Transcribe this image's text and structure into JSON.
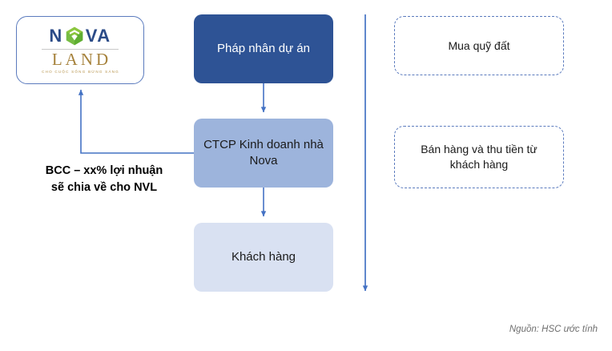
{
  "logo": {
    "word_primary": "N",
    "word_primary_tail": "VA",
    "word_secondary": "LAND",
    "tagline": "CHO CUỘC SỐNG BỪNG SÁNG",
    "mark_name": "green-hexagon-mark",
    "color_primary": "#2B4B87",
    "color_secondary": "#A6823C",
    "color_mark": "#76BC43",
    "border_color": "#5B7BBE"
  },
  "flow": {
    "boxes": [
      {
        "id": "phap-nhan-du-an",
        "label": "Pháp nhân dự án",
        "fill": "#2E5395",
        "text_color": "#FFFFFF"
      },
      {
        "id": "ctcp-kinh-doanh-nha-nova",
        "label": "CTCP Kinh doanh nhà Nova",
        "fill": "#9DB4DC",
        "text_color": "#1A1A1A"
      },
      {
        "id": "khach-hang",
        "label": "Khách hàng",
        "fill": "#D9E1F2",
        "text_color": "#1A1A1A"
      }
    ]
  },
  "notes": {
    "dashed_boxes": [
      {
        "id": "mua-quy-dat",
        "label": "Mua quỹ đất"
      },
      {
        "id": "ban-hang-thu-tien",
        "label": "Bán hàng và thu tiền từ khách hàng"
      }
    ],
    "bcc": {
      "line1": "BCC – xx% lợi nhuận",
      "line2": "sẽ chia về cho NVL"
    }
  },
  "caption": {
    "source": "Nguồn: HSC ước tính"
  },
  "connectors": {
    "arrow_color": "#4472C4",
    "items": [
      {
        "id": "arrow-phapnhan-to-ctcp",
        "direction": "down"
      },
      {
        "id": "arrow-ctcp-to-khachhang",
        "direction": "down"
      },
      {
        "id": "arrow-ctcp-to-novaland",
        "direction": "up-elbow"
      },
      {
        "id": "arrow-timeline-vertical",
        "direction": "down"
      }
    ]
  }
}
